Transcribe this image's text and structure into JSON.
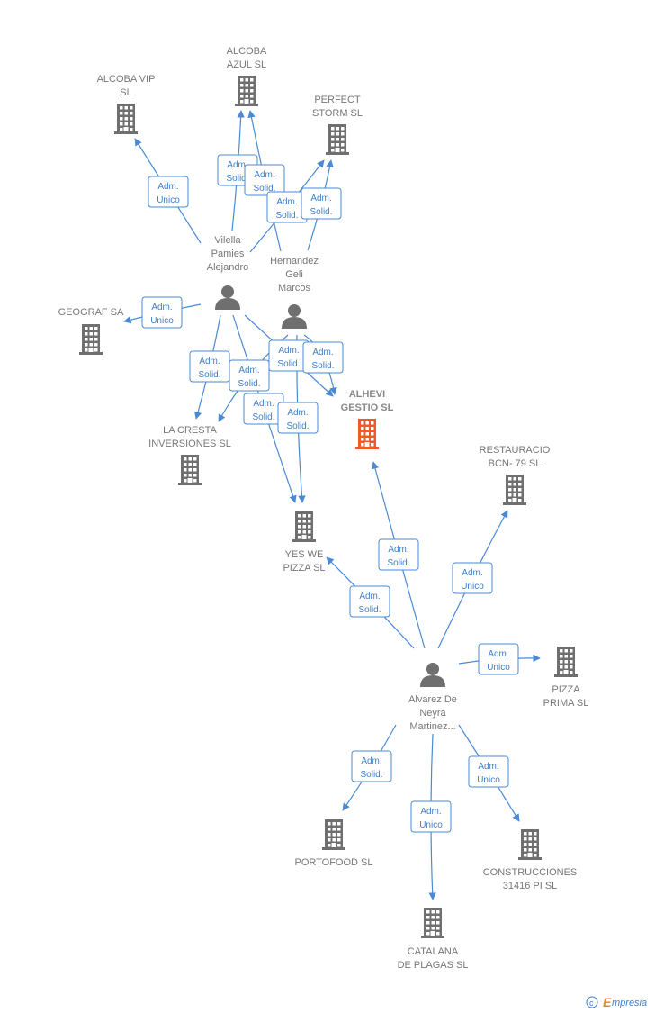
{
  "nodes": [
    {
      "id": "alhevi",
      "type": "company",
      "focus": true,
      "label": [
        "ALHEVI",
        "GESTIO  SL"
      ]
    },
    {
      "id": "alcoba_vip",
      "type": "company",
      "label": [
        "ALCOBA VIP",
        "SL"
      ]
    },
    {
      "id": "alcoba_azul",
      "type": "company",
      "label": [
        "ALCOBA",
        "AZUL  SL"
      ]
    },
    {
      "id": "perfect_storm",
      "type": "company",
      "label": [
        "PERFECT",
        "STORM  SL"
      ]
    },
    {
      "id": "geograf",
      "type": "company",
      "label": [
        "GEOGRAF SA"
      ]
    },
    {
      "id": "la_cresta",
      "type": "company",
      "label": [
        "LA CRESTA",
        "INVERSIONES SL"
      ]
    },
    {
      "id": "yes_we_pizza",
      "type": "company",
      "label": [
        "YES WE",
        "PIZZA  SL"
      ]
    },
    {
      "id": "restauracio",
      "type": "company",
      "label": [
        "RESTAURACIO",
        "BCN- 79 SL"
      ]
    },
    {
      "id": "pizza_prima",
      "type": "company",
      "label": [
        "PIZZA",
        "PRIMA  SL"
      ]
    },
    {
      "id": "portofood",
      "type": "company",
      "label": [
        "PORTOFOOD SL"
      ]
    },
    {
      "id": "construcciones",
      "type": "company",
      "label": [
        "CONSTRUCCIONES",
        "31416 PI  SL"
      ]
    },
    {
      "id": "catalana",
      "type": "company",
      "label": [
        "CATALANA",
        "DE PLAGAS  SL"
      ]
    },
    {
      "id": "vilella",
      "type": "person",
      "label": [
        "Vilella",
        "Pamies",
        "Alejandro"
      ]
    },
    {
      "id": "hernandez",
      "type": "person",
      "label": [
        "Hernandez",
        "Geli",
        "Marcos"
      ]
    },
    {
      "id": "alvarez",
      "type": "person",
      "label": [
        "Alvarez De",
        "Neyra",
        "Martinez..."
      ]
    }
  ],
  "edges": [
    {
      "from": "vilella",
      "to": "alcoba_vip",
      "role": [
        "Adm.",
        "Unico"
      ]
    },
    {
      "from": "vilella",
      "to": "alcoba_azul",
      "role": [
        "Adm.",
        "Solid."
      ]
    },
    {
      "from": "hernandez",
      "to": "alcoba_azul",
      "role": [
        "Adm.",
        "Solid."
      ]
    },
    {
      "from": "vilella",
      "to": "perfect_storm",
      "role": [
        "Adm.",
        "Solid."
      ]
    },
    {
      "from": "hernandez",
      "to": "perfect_storm",
      "role": [
        "Adm.",
        "Solid."
      ]
    },
    {
      "from": "vilella",
      "to": "geograf",
      "role": [
        "Adm.",
        "Unico"
      ]
    },
    {
      "from": "vilella",
      "to": "la_cresta",
      "role": [
        "Adm.",
        "Solid."
      ]
    },
    {
      "from": "hernandez",
      "to": "la_cresta",
      "role": [
        "Adm.",
        "Solid."
      ]
    },
    {
      "from": "vilella",
      "to": "alhevi",
      "role": [
        "Adm.",
        "Solid."
      ]
    },
    {
      "from": "hernandez",
      "to": "alhevi",
      "role": [
        "Adm.",
        "Solid."
      ]
    },
    {
      "from": "vilella",
      "to": "yes_we_pizza",
      "role": [
        "Adm.",
        "Solid."
      ]
    },
    {
      "from": "hernandez",
      "to": "yes_we_pizza",
      "role": [
        "Adm.",
        "Solid."
      ]
    },
    {
      "from": "alvarez",
      "to": "alhevi",
      "role": [
        "Adm.",
        "Solid."
      ]
    },
    {
      "from": "alvarez",
      "to": "yes_we_pizza",
      "role": [
        "Adm.",
        "Solid."
      ]
    },
    {
      "from": "alvarez",
      "to": "restauracio",
      "role": [
        "Adm.",
        "Unico"
      ]
    },
    {
      "from": "alvarez",
      "to": "pizza_prima",
      "role": [
        "Adm.",
        "Unico"
      ]
    },
    {
      "from": "alvarez",
      "to": "portofood",
      "role": [
        "Adm.",
        "Solid."
      ]
    },
    {
      "from": "alvarez",
      "to": "construcciones",
      "role": [
        "Adm.",
        "Unico"
      ]
    },
    {
      "from": "alvarez",
      "to": "catalana",
      "role": [
        "Adm.",
        "Unico"
      ]
    }
  ],
  "colors": {
    "edge": "#4a8ad4",
    "company_icon": "#6f6f6f",
    "focus_icon": "#f05a28",
    "person_icon": "#6f6f6f",
    "label": "#777777"
  },
  "watermark": {
    "symbol": "©",
    "brand_initial": "E",
    "brand_rest": "mpresia"
  }
}
